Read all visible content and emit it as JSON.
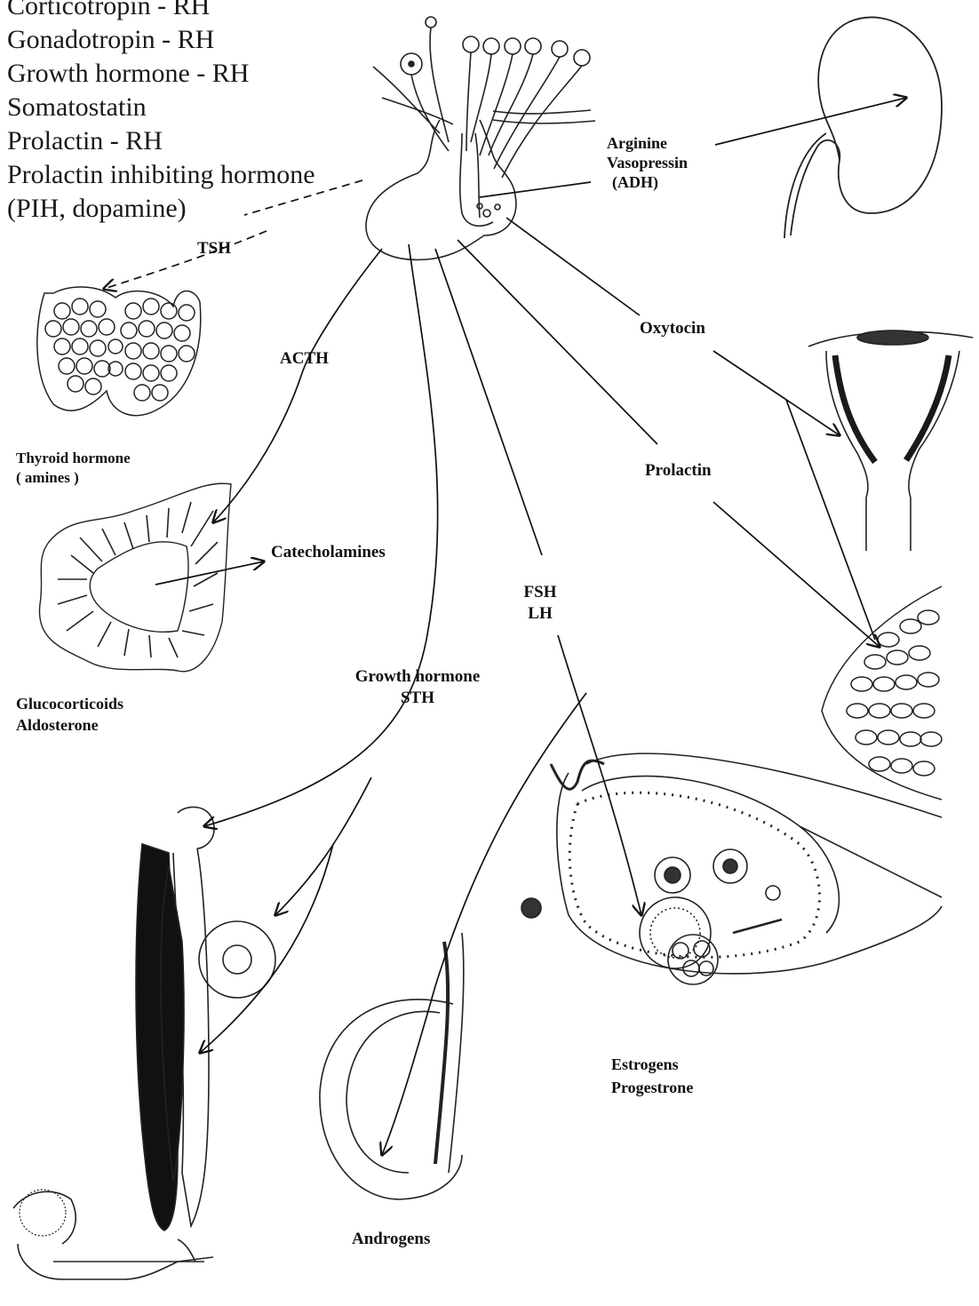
{
  "hypothalamus": {
    "releasing_hormones": [
      "Corticotropin - RH",
      "Gonadotropin - RH",
      "Growth hormone - RH",
      "Somatostatin",
      "Prolactin - RH",
      "Prolactin inhibiting hormone",
      "(PIH, dopamine)"
    ]
  },
  "posterior_pituitary": {
    "adh_line1": "Arginine",
    "adh_line2": "Vasopressin",
    "adh_line3": "(ADH)",
    "oxytocin": "Oxytocin"
  },
  "anterior_pituitary": {
    "tsh": "TSH",
    "acth": "ACTH",
    "prolactin": "Prolactin",
    "fsh": "FSH",
    "lh": "LH",
    "gh_line1": "Growth hormone",
    "gh_line2": "STH"
  },
  "targets": {
    "thyroid_line1": "Thyroid hormone",
    "thyroid_line2": "( amines )",
    "catecholamines": "Catecholamines",
    "adrenal_line1": "Glucocorticoids",
    "adrenal_line2": "Aldosterone",
    "androgens": "Androgens",
    "ovary_line1": "Estrogens",
    "ovary_line2": "Progestrone"
  }
}
